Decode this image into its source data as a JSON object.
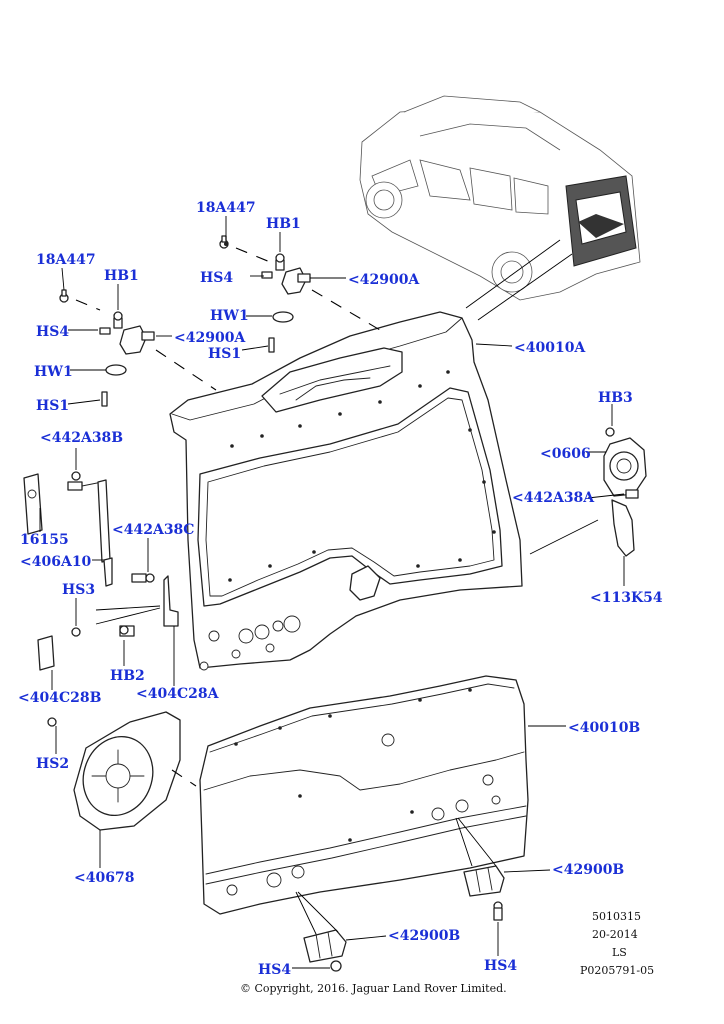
{
  "labels": {
    "c_18a447_top": "18A447",
    "c_hb1_top": "HB1",
    "c_hs4_top": "HS4",
    "c_42900a_top": "<42900A",
    "c_hw1_top": "HW1",
    "c_hs1_top": "HS1",
    "c_18a447_left": "18A447",
    "c_hb1_left": "HB1",
    "c_hs4_left": "HS4",
    "c_42900a_left": "<42900A",
    "c_hw1_left": "HW1",
    "c_hs1_left": "HS1",
    "c_40010a": "<40010A",
    "c_hb3": "HB3",
    "c_0606": "<0606",
    "c_442a38a": "<442A38A",
    "c_113k54": "<113K54",
    "c_442a38b": "<442A38B",
    "c_16155": "16155",
    "c_406a10": "<406A10",
    "c_442a38c": "<442A38C",
    "c_hs3": "HS3",
    "c_hb2": "HB2",
    "c_404c28b": "<404C28B",
    "c_404c28a": "<404C28A",
    "c_hs2": "HS2",
    "c_40678": "<40678",
    "c_40010b": "<40010B",
    "c_42900b_right": "<42900B",
    "c_hs4_right": "HS4",
    "c_42900b_bottom": "<42900B",
    "c_hs4_bottom": "HS4"
  },
  "meta": {
    "line1": "5010315",
    "line2": "20-2014",
    "line3": "LS",
    "line4": "P0205791-05"
  },
  "copyright": "© Copyright, 2016. Jaguar Land Rover Limited.",
  "colors": {
    "callout": "#1a2fd6",
    "linework": "#222222"
  }
}
